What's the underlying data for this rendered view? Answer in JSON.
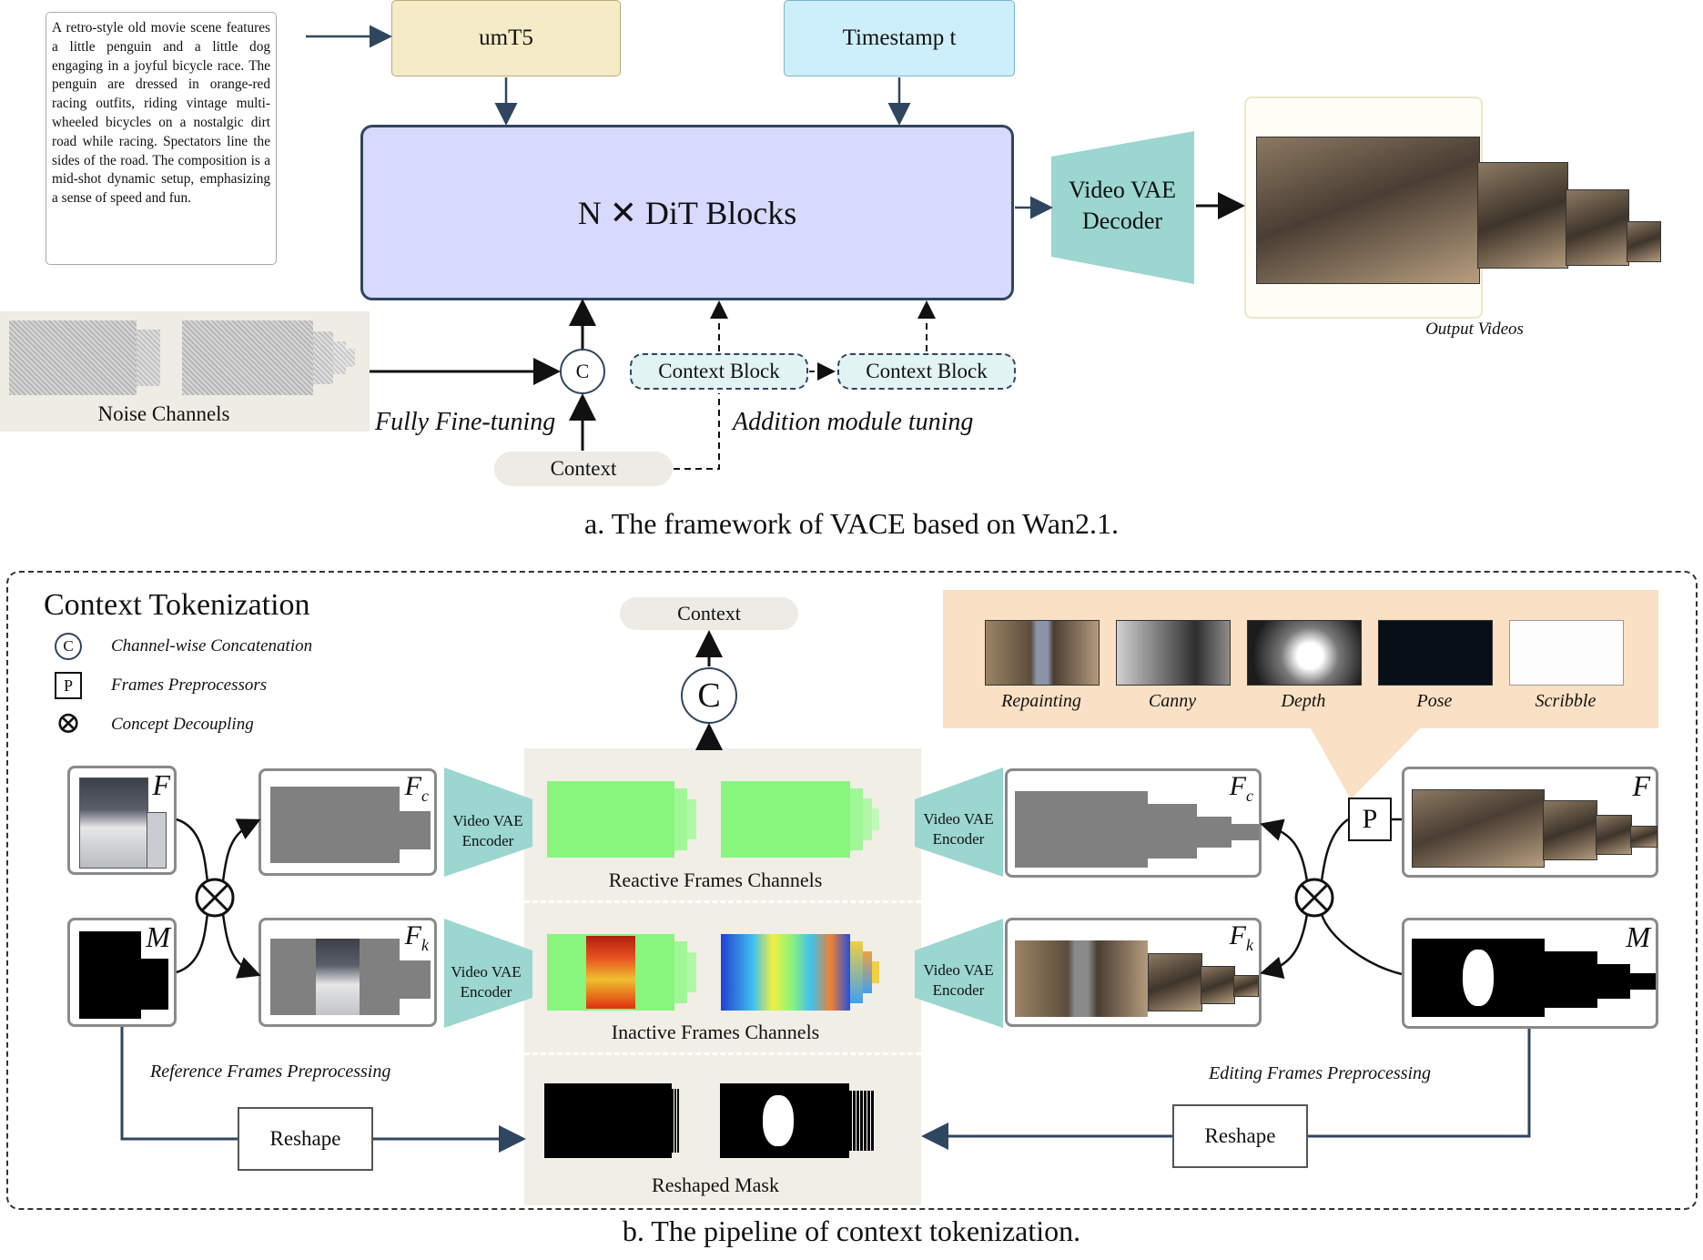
{
  "part_a": {
    "prompt_text": "A retro-style old movie scene features a little penguin and a little dog engaging in a joyful bicycle race. The penguin are dressed in orange-red racing outfits, riding vintage multi-wheeled bicycles on a nostalgic dirt road while racing. Spectators line the sides of the road. The composition is a mid-shot dynamic setup, emphasizing a sense of speed and fun.",
    "umt5": "umT5",
    "timestamp": "Timestamp t",
    "dit_blocks": "N ✕ DiT Blocks",
    "vae_decoder_line1": "Video VAE",
    "vae_decoder_line2": "Decoder",
    "output_videos": "Output Videos",
    "noise_channels": "Noise Channels",
    "concat_symbol": "C",
    "context_block_1": "Context Block",
    "context_block_2": "Context Block",
    "fully_fine_tuning": "Fully Fine-tuning",
    "addition_module_tuning": "Addition module tuning",
    "context": "Context",
    "caption": "a. The framework of VACE based on Wan2.1."
  },
  "part_b": {
    "title": "Context Tokenization",
    "legend": [
      {
        "symbol": "C",
        "label": "Channel-wise Concatenation"
      },
      {
        "symbol": "P",
        "label": "Frames Preprocessors"
      },
      {
        "symbol": "⊗",
        "label": "Concept Decoupling"
      }
    ],
    "context": "Context",
    "concat_symbol": "C",
    "preprocessors": [
      "Repainting",
      "Canny",
      "Depth",
      "Pose",
      "Scribble"
    ],
    "frame_F": "F",
    "frame_M": "M",
    "frame_Fc_main": "F",
    "frame_Fc_sub": "c",
    "frame_Fk_main": "F",
    "frame_Fk_sub": "k",
    "vae_encoder_line1": "Video VAE",
    "vae_encoder_line2": "Encoder",
    "reactive_channels": "Reactive Frames Channels",
    "inactive_channels": "Inactive Frames Channels",
    "reshaped_mask": "Reshaped Mask",
    "p_symbol": "P",
    "reshape": "Reshape",
    "reference_preprocessing": "Reference Frames Preprocessing",
    "editing_preprocessing": "Editing Frames Preprocessing",
    "caption": "b. The pipeline of context tokenization."
  },
  "colors": {
    "umt5_fill": "#f5ebc6",
    "timestamp_fill": "#cdeefb",
    "dit_fill": "#d7d9ff",
    "dit_border": "#2f4660",
    "vae_teal": "#9bd6d0",
    "context_block_fill": "#e2f3f3",
    "context_fill": "#ecebe6",
    "noise_bg": "#efece4",
    "panel_bg": "#f1eee6",
    "preproc_bg": "#fae0c4",
    "green": "#88f57c",
    "dark_arrow": "#2f4660"
  }
}
